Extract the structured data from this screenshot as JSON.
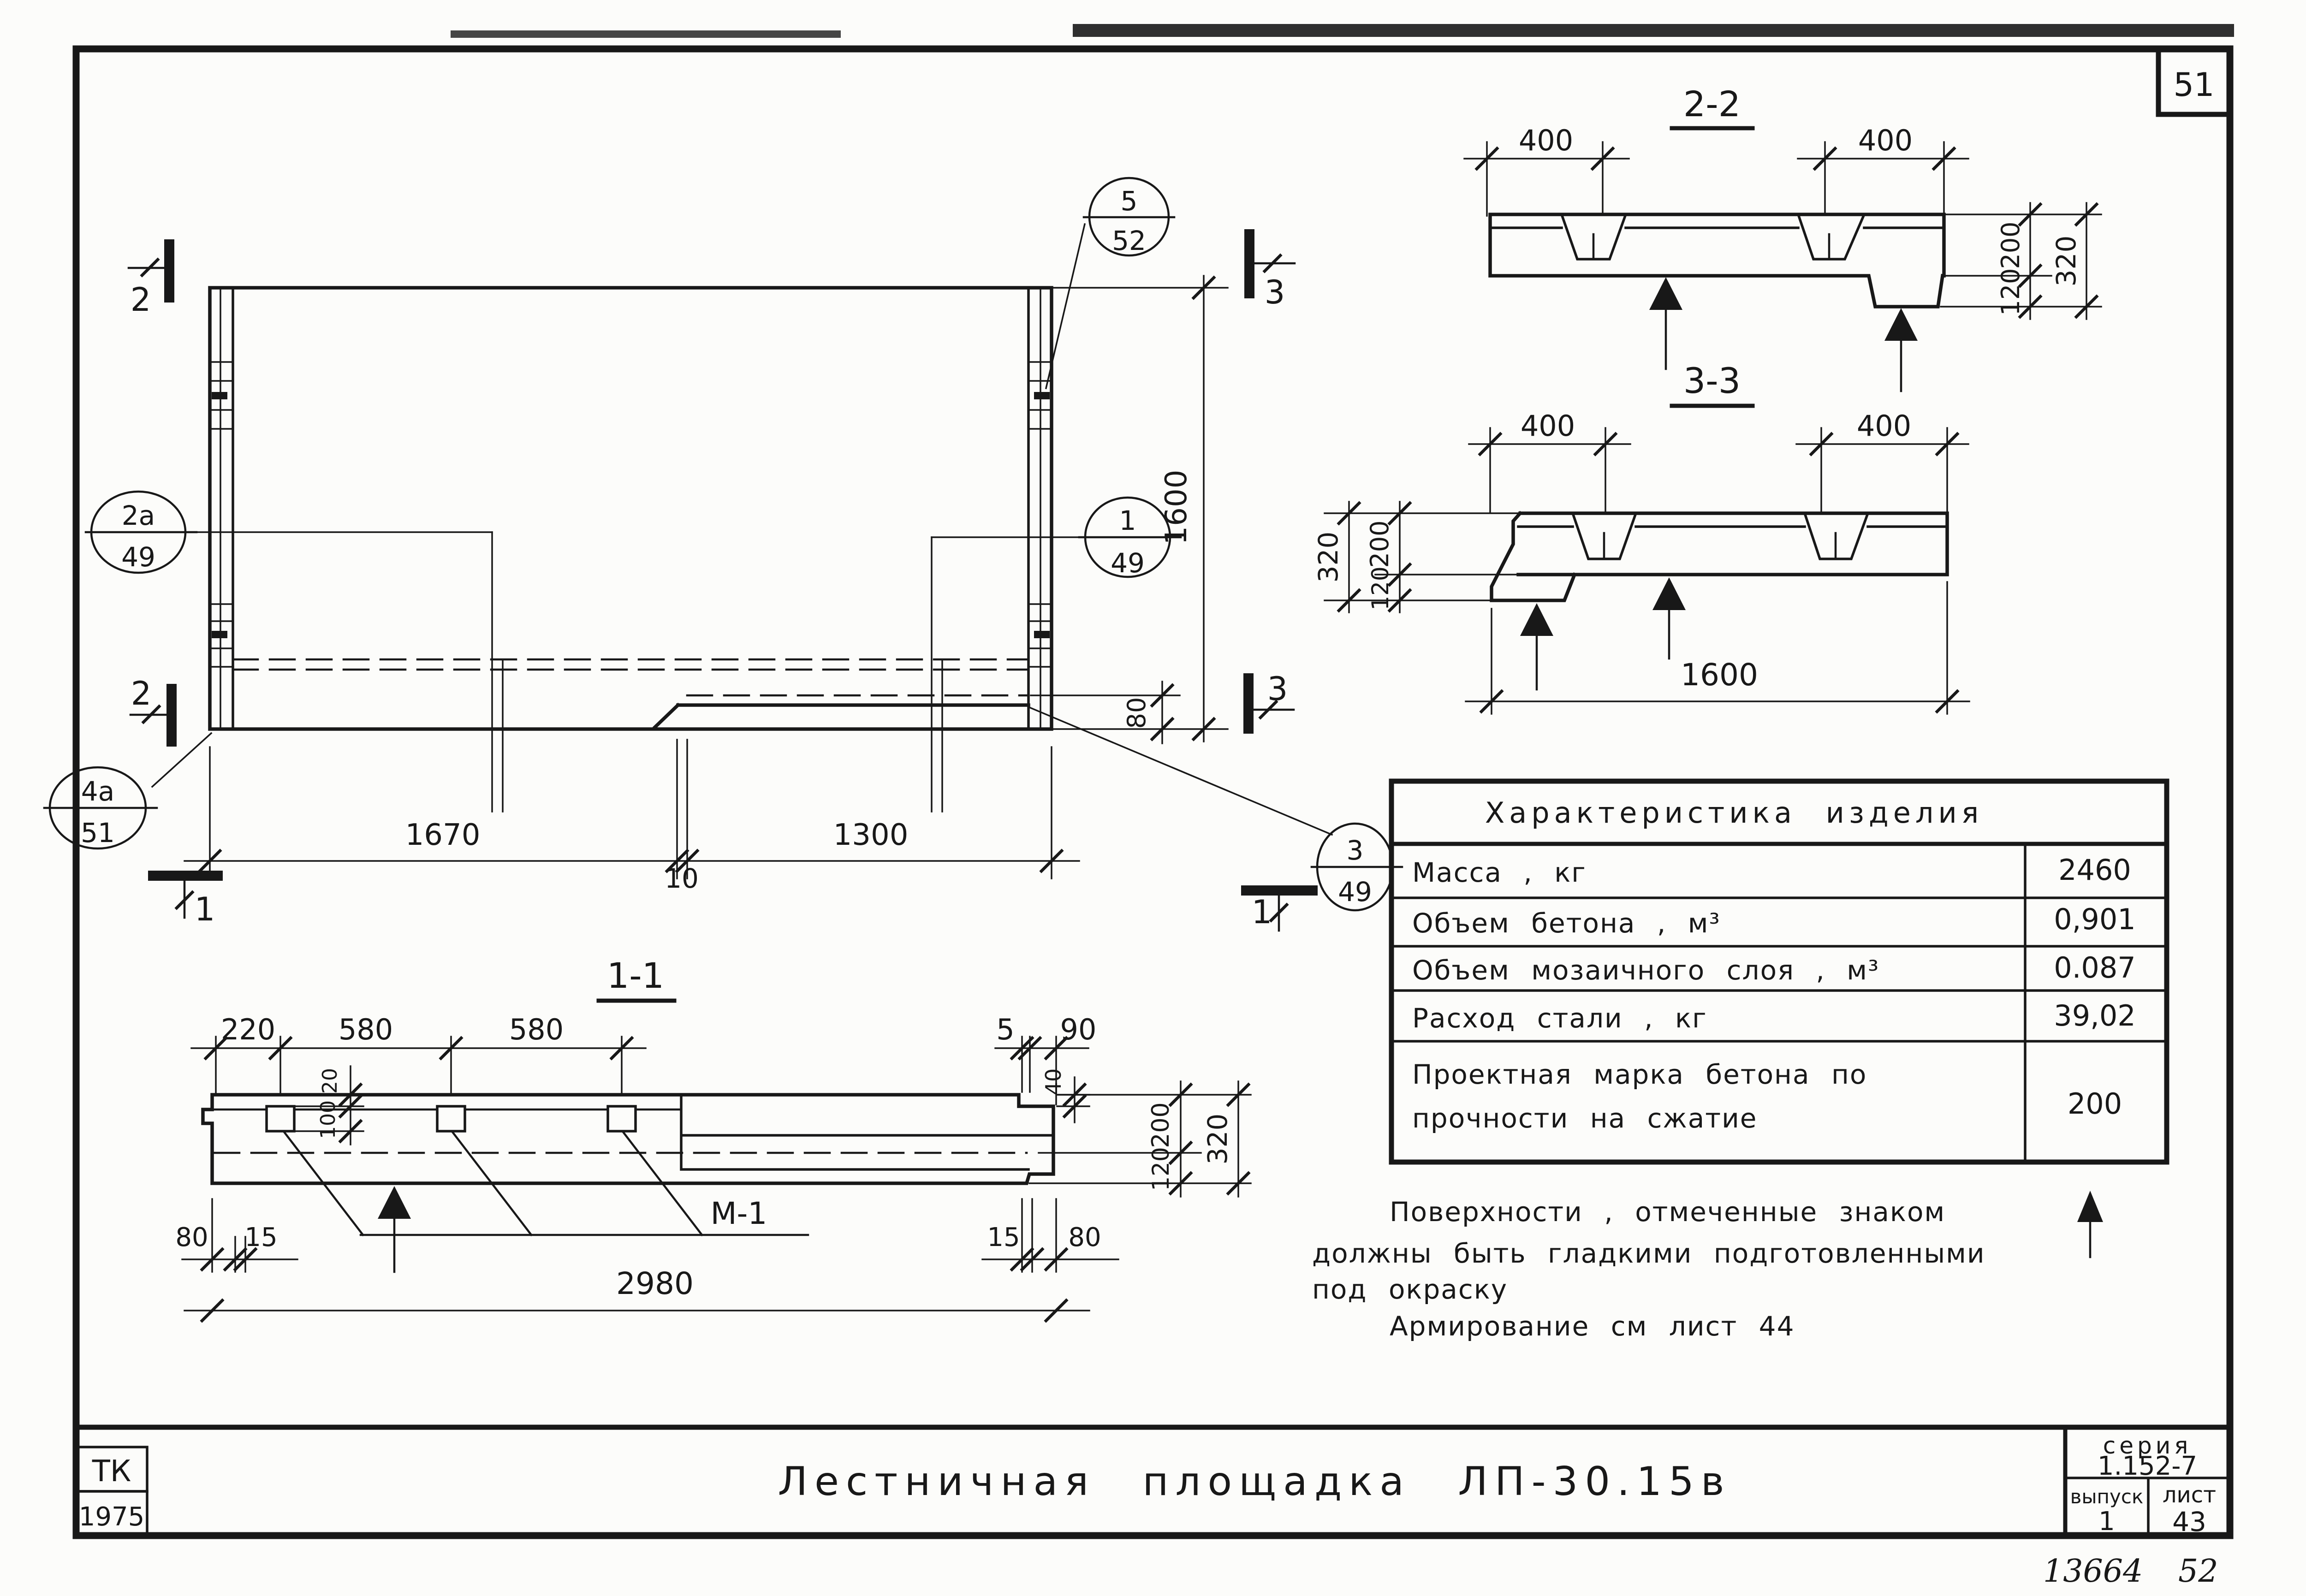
{
  "page": {
    "number": "51",
    "handwritten": "13664  52"
  },
  "plan": {
    "dim_left_span": "1670",
    "dim_right_span": "1300",
    "dim_joint": "10",
    "dim_height": "1600",
    "dim_step": "80",
    "marker_cut1": "1",
    "marker_cut2": "2",
    "marker_cut3": "3",
    "callout_top_right_num": "5",
    "callout_top_right_sheet": "52",
    "callout_left_num": "2a",
    "callout_left_sheet": "49",
    "callout_right_num": "1",
    "callout_right_sheet": "49",
    "callout_bottom_left_num": "4a",
    "callout_bottom_left_sheet": "51",
    "callout_bottom_right_num": "3",
    "callout_bottom_right_sheet": "49"
  },
  "section22": {
    "title": "2-2",
    "dim_400_left": "400",
    "dim_400_right": "400",
    "dim_200": "200",
    "dim_120": "120",
    "dim_320": "320"
  },
  "section33": {
    "title": "3-3",
    "dim_400_left": "400",
    "dim_400_right": "400",
    "dim_200": "200",
    "dim_120": "120",
    "dim_320": "320",
    "dim_length": "1600"
  },
  "section11": {
    "title": "1-1",
    "dim_220": "220",
    "dim_580_a": "580",
    "dim_580_b": "580",
    "dim_5": "5",
    "dim_90": "90",
    "dim_40": "40",
    "dim_20": "20",
    "dim_100": "100",
    "dim_200": "200",
    "dim_120": "120",
    "dim_320": "320",
    "dim_80_left": "80",
    "dim_15_left": "15",
    "dim_15_right": "15",
    "dim_80_right": "80",
    "dim_total": "2980",
    "embed_label": "М-1"
  },
  "table": {
    "title": "Характеристика изделия",
    "rows": [
      {
        "label": "Масса , кг",
        "value": "2460"
      },
      {
        "label": "Объем бетона , м³",
        "value": "0,901"
      },
      {
        "label": "Объем мозаичного слоя , м³",
        "value": "0.087"
      },
      {
        "label": "Расход стали , кг",
        "value": "39,02"
      },
      {
        "label": "Проектная марка бетона по",
        "label2": "прочности на сжатие",
        "value": "200"
      }
    ]
  },
  "notes": {
    "line1": "Поверхности , отмеченные знаком",
    "line2": "должны быть гладкими подготовленными",
    "line3": "под окраску",
    "line4": "Армирование см лист 44"
  },
  "titlebar": {
    "stamp_top": "ТК",
    "stamp_bottom": "1975",
    "title": "Лестничная площадка ЛП-30.15в",
    "series_label": "серия",
    "series_value": "1.152-7",
    "issue_label": "выпуск",
    "issue_value": "1",
    "sheet_label": "лист",
    "sheet_value": "43"
  }
}
